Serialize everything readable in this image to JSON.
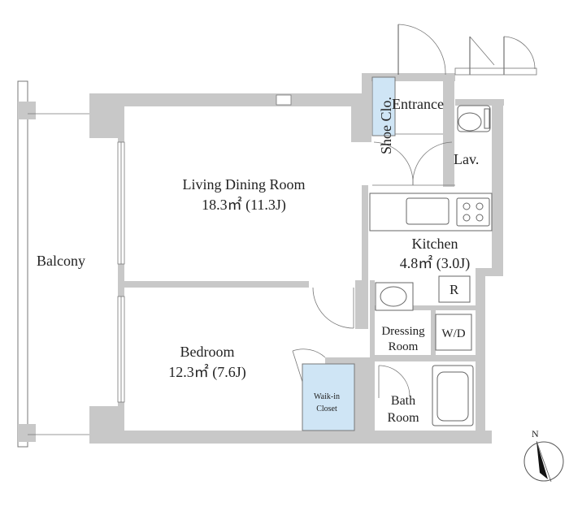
{
  "rooms": {
    "balcony": {
      "name": "Balcony"
    },
    "living": {
      "name": "Living Dining Room",
      "area": "18.3㎡ (11.3J)"
    },
    "kitchen": {
      "name": "Kitchen",
      "area": "4.8㎡ (3.0J)"
    },
    "bedroom": {
      "name": "Bedroom",
      "area": "12.3㎡ (7.6J)"
    },
    "entrance": {
      "name": "Entrance"
    },
    "shoe": {
      "name": "Shoe Clo."
    },
    "lav": {
      "name": "Lav."
    },
    "refrigerator": {
      "name": "R"
    },
    "washer": {
      "name": "W/D"
    },
    "dressing": {
      "line1": "Dressing",
      "line2": "Room"
    },
    "bath": {
      "line1": "Bath",
      "line2": "Room"
    },
    "walkin": {
      "line1": "Waik-in",
      "line2": "Closet"
    }
  },
  "compass": {
    "north": "N"
  },
  "colors": {
    "wall": "#c8c8c8",
    "closet": "#cfe5f5",
    "ink": "#222222"
  }
}
